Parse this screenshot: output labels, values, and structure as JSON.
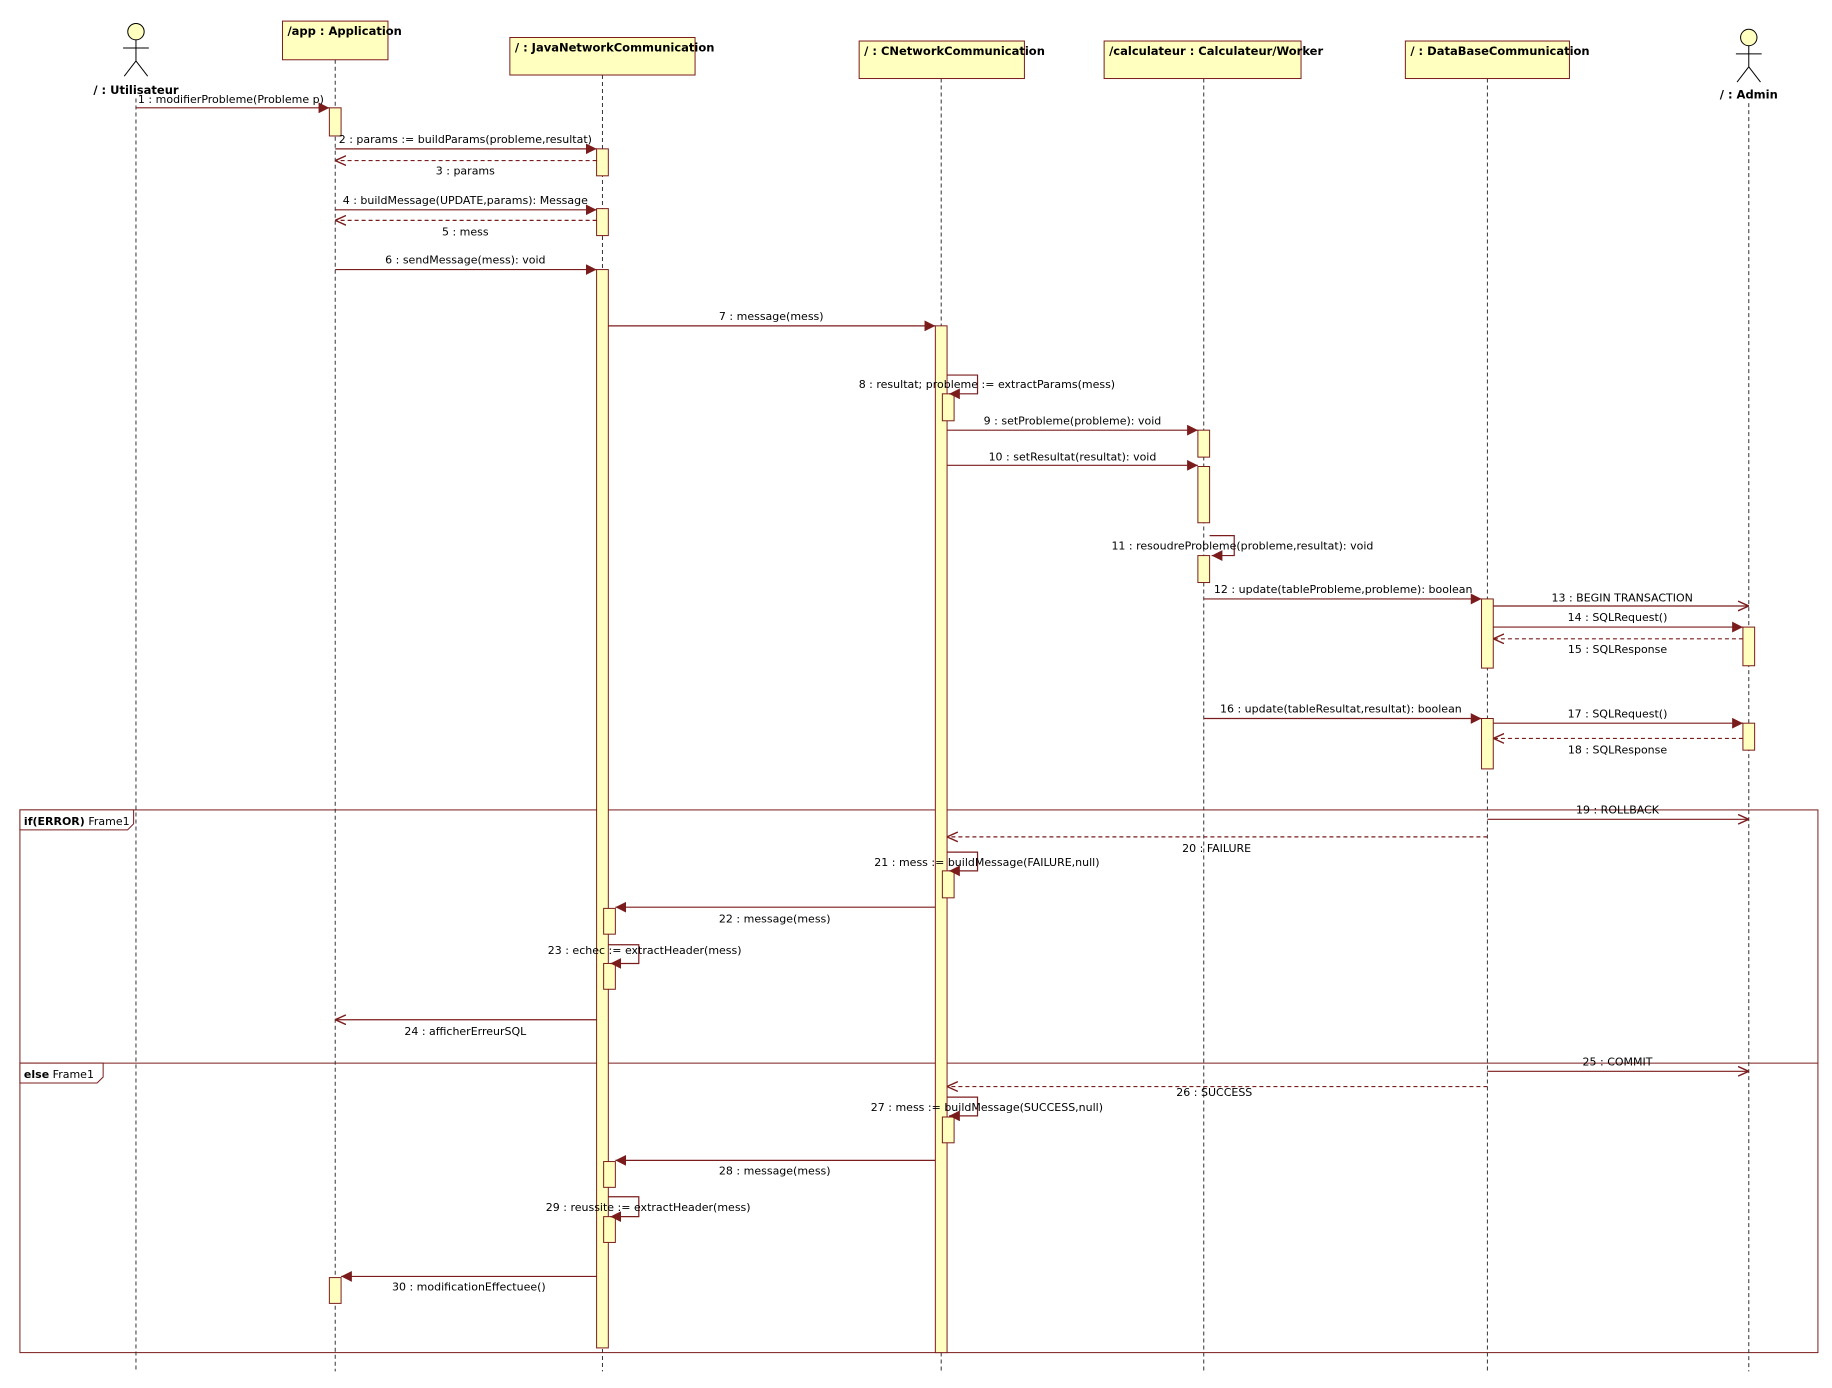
{
  "participants": [
    {
      "id": "user",
      "label": "/ : Utilisateur",
      "kind": "actor"
    },
    {
      "id": "app",
      "label": "/app : Application",
      "kind": "object"
    },
    {
      "id": "jnc",
      "label": "/ : JavaNetworkCommunication",
      "kind": "object"
    },
    {
      "id": "cnc",
      "label": "/ : CNetworkCommunication",
      "kind": "object"
    },
    {
      "id": "calc",
      "label": "/calculateur : Calculateur/Worker",
      "kind": "object"
    },
    {
      "id": "db",
      "label": "/ : DataBaseCommunication",
      "kind": "object"
    },
    {
      "id": "admin",
      "label": "/ : Admin",
      "kind": "actor"
    }
  ],
  "messages": [
    {
      "n": 1,
      "text": "1 : modifierProbleme(Probleme p)",
      "from": "user",
      "to": "app",
      "kind": "sync"
    },
    {
      "n": 2,
      "text": "2 : params := buildParams(probleme,resultat)",
      "from": "app",
      "to": "jnc",
      "kind": "sync"
    },
    {
      "n": 3,
      "text": "3 : params",
      "from": "jnc",
      "to": "app",
      "kind": "return"
    },
    {
      "n": 4,
      "text": "4 : buildMessage(UPDATE,params): Message",
      "from": "app",
      "to": "jnc",
      "kind": "sync"
    },
    {
      "n": 5,
      "text": "5 : mess",
      "from": "jnc",
      "to": "app",
      "kind": "return"
    },
    {
      "n": 6,
      "text": "6 : sendMessage(mess): void",
      "from": "app",
      "to": "jnc",
      "kind": "sync"
    },
    {
      "n": 7,
      "text": "7 : message(mess)",
      "from": "jnc",
      "to": "cnc",
      "kind": "sync"
    },
    {
      "n": 8,
      "text": "8 : resultat; probleme := extractParams(mess)",
      "from": "cnc",
      "to": "cnc",
      "kind": "self"
    },
    {
      "n": 9,
      "text": "9 : setProbleme(probleme): void",
      "from": "cnc",
      "to": "calc",
      "kind": "sync"
    },
    {
      "n": 10,
      "text": "10 : setResultat(resultat): void",
      "from": "cnc",
      "to": "calc",
      "kind": "sync"
    },
    {
      "n": 11,
      "text": "11 : resoudreProbleme(probleme,resultat): void",
      "from": "calc",
      "to": "calc",
      "kind": "self"
    },
    {
      "n": 12,
      "text": "12 : update(tableProbleme,probleme): boolean",
      "from": "calc",
      "to": "db",
      "kind": "sync"
    },
    {
      "n": 13,
      "text": "13 : BEGIN TRANSACTION",
      "from": "db",
      "to": "admin",
      "kind": "async"
    },
    {
      "n": 14,
      "text": "14 : SQLRequest()",
      "from": "db",
      "to": "admin",
      "kind": "sync"
    },
    {
      "n": 15,
      "text": "15 : SQLResponse",
      "from": "admin",
      "to": "db",
      "kind": "return"
    },
    {
      "n": 16,
      "text": "16 : update(tableResultat,resultat): boolean",
      "from": "calc",
      "to": "db",
      "kind": "sync"
    },
    {
      "n": 17,
      "text": "17 : SQLRequest()",
      "from": "db",
      "to": "admin",
      "kind": "sync"
    },
    {
      "n": 18,
      "text": "18 : SQLResponse",
      "from": "admin",
      "to": "db",
      "kind": "return"
    },
    {
      "n": 19,
      "text": "19 : ROLLBACK",
      "from": "db",
      "to": "admin",
      "kind": "async"
    },
    {
      "n": 20,
      "text": "20 : FAILURE",
      "from": "db",
      "to": "cnc",
      "kind": "return"
    },
    {
      "n": 21,
      "text": "21 : mess := buildMessage(FAILURE,null)",
      "from": "cnc",
      "to": "cnc",
      "kind": "self"
    },
    {
      "n": 22,
      "text": "22 : message(mess)",
      "from": "cnc",
      "to": "jnc",
      "kind": "sync"
    },
    {
      "n": 23,
      "text": "23 : echec := extractHeader(mess)",
      "from": "jnc",
      "to": "jnc",
      "kind": "self"
    },
    {
      "n": 24,
      "text": "24 : afficherErreurSQL",
      "from": "jnc",
      "to": "app",
      "kind": "async"
    },
    {
      "n": 25,
      "text": "25 : COMMIT",
      "from": "db",
      "to": "admin",
      "kind": "async"
    },
    {
      "n": 26,
      "text": "26 : SUCCESS",
      "from": "db",
      "to": "cnc",
      "kind": "return"
    },
    {
      "n": 27,
      "text": "27 : mess := buildMessage(SUCCESS,null)",
      "from": "cnc",
      "to": "cnc",
      "kind": "self"
    },
    {
      "n": 28,
      "text": "28 : message(mess)",
      "from": "cnc",
      "to": "jnc",
      "kind": "sync"
    },
    {
      "n": 29,
      "text": "29 : reussite := extractHeader(mess)",
      "from": "jnc",
      "to": "jnc",
      "kind": "self"
    },
    {
      "n": 30,
      "text": "30 : modificationEffectuee()",
      "from": "jnc",
      "to": "app",
      "kind": "sync"
    }
  ],
  "frame": {
    "operands": [
      {
        "guard": "if(ERROR)",
        "name": "Frame1"
      },
      {
        "guard": "else",
        "name": "Frame1"
      }
    ]
  },
  "colors": {
    "line": "#7b1c1c",
    "box_fill": "#ffffc0",
    "box_border": "#7b1c1c",
    "text": "#000000",
    "lifeline": "#333333"
  }
}
